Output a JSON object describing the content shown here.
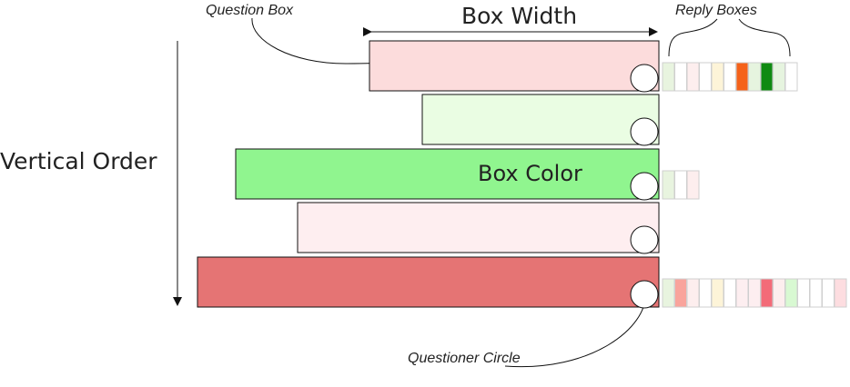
{
  "labels": {
    "question_box": "Question Box",
    "box_width": "Box Width",
    "reply_boxes": "Reply Boxes",
    "vertical_order": "Vertical Order",
    "box_color": "Box Color",
    "questioner_circle": "Questioner Circle"
  },
  "question_boxes": [
    {
      "color": "#fcdcdc",
      "replies": [
        "#e8f4df",
        "#ffffff",
        "#fdeeee",
        "#ffffff",
        "#fdf4d8",
        "#ffffff",
        "#f5621a",
        "#e6f4df",
        "#0f8a12",
        "#e6f4df",
        "#ffffff"
      ]
    },
    {
      "color": "#eafde3",
      "replies": []
    },
    {
      "color": "#90f58f",
      "replies": [
        "#e8f4df",
        "#ffffff",
        "#fdeeee"
      ]
    },
    {
      "color": "#feeef0",
      "replies": []
    },
    {
      "color": "#e57474",
      "replies": [
        "#e8f4df",
        "#f9a49c",
        "#fdeeee",
        "#ffffff",
        "#fdf4d8",
        "#ffffff",
        "#fdeef0",
        "#fdeef0",
        "#f36b78",
        "#fdeeee",
        "#d8f9d2",
        "#ffffff",
        "#ffffff",
        "#ffffff",
        "#fddde0"
      ]
    }
  ]
}
